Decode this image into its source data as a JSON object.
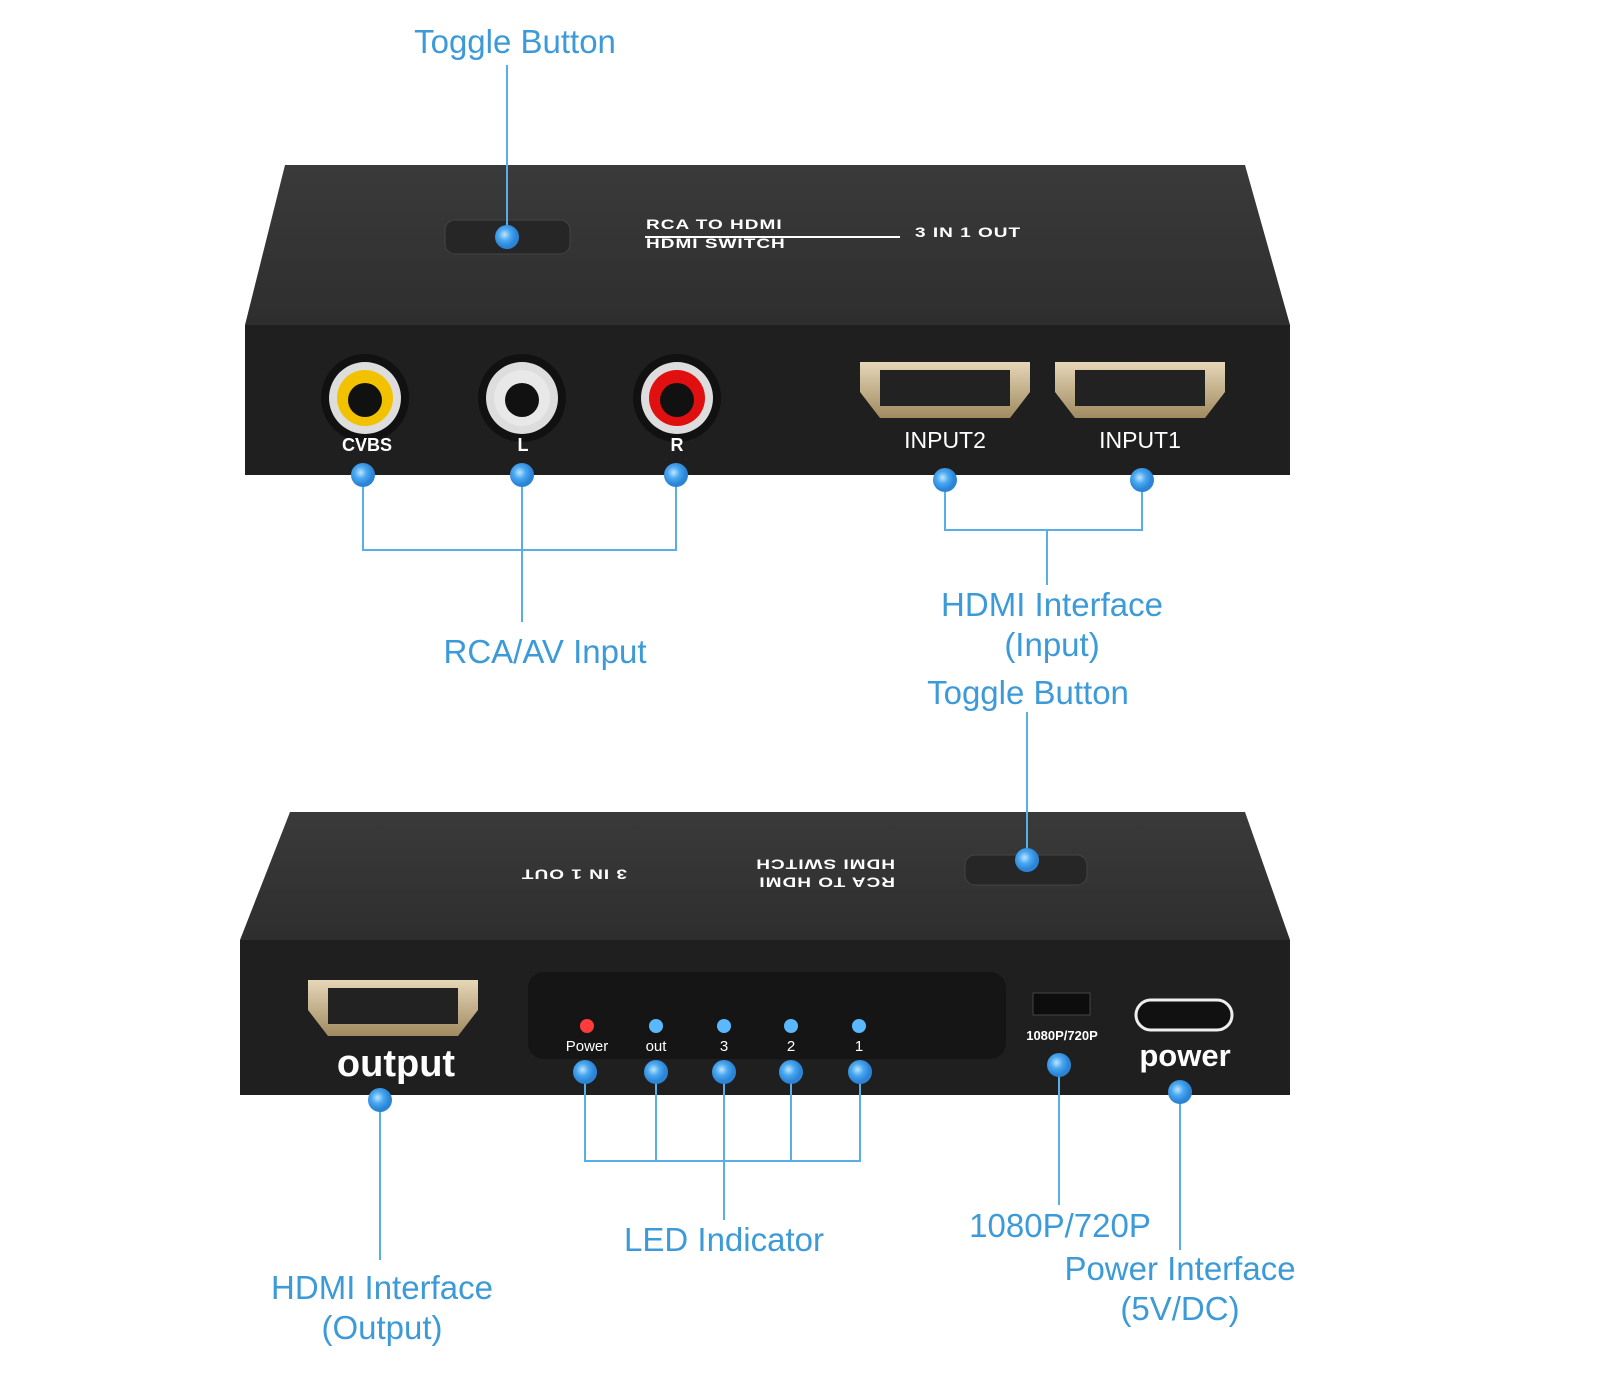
{
  "labels": {
    "toggle_top": "Toggle Button",
    "rca_input": "RCA/AV Input",
    "hdmi_input_1": "HDMI Interface",
    "hdmi_input_2": "(Input)",
    "toggle_bottom": "Toggle Button",
    "hdmi_output_1": "HDMI Interface",
    "hdmi_output_2": "(Output)",
    "led_indicator": "LED Indicator",
    "resolution": "1080P/720P",
    "power_1": "Power Interface",
    "power_2": "(5V/DC)"
  },
  "device": {
    "title_line1": "RCA TO HDMI",
    "title_line2": "HDMI SWITCH",
    "title_right": "3 IN 1 OUT",
    "rca_ports": [
      "CVBS",
      "L",
      "R"
    ],
    "hdmi_inputs": [
      "INPUT2",
      "INPUT1"
    ],
    "output": "output",
    "leds": [
      "Power",
      "out",
      "3",
      "2",
      "1"
    ],
    "switch": "1080P/720P",
    "power": "power"
  },
  "colors": {
    "label": "#3d9ad8",
    "line": "#5aaee8",
    "dot": "#4aa8f0",
    "body": "#2b2b2b",
    "led_red": "#ff3b3b"
  }
}
